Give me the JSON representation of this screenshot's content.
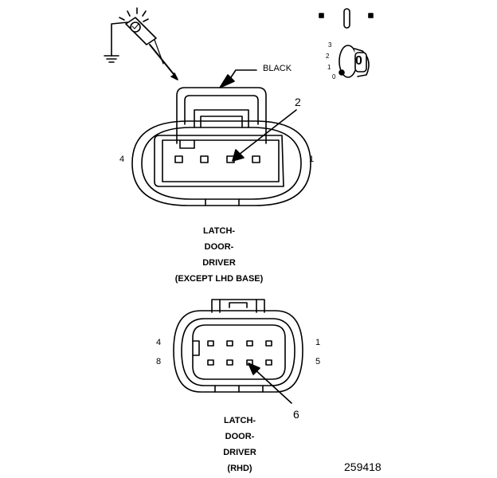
{
  "figure_number": "259418",
  "wire_color_label": "BLACK",
  "ignition_switch": {
    "positions": [
      "3",
      "2",
      "1",
      "0"
    ],
    "key_label": "0"
  },
  "connector_top": {
    "callout": "2",
    "pin_left": "4",
    "pin_right": "1",
    "caption_lines": [
      "LATCH-",
      "DOOR-",
      "DRIVER",
      "(EXCEPT LHD BASE)"
    ]
  },
  "connector_bottom": {
    "callout": "6",
    "pin_top_left": "4",
    "pin_top_right": "1",
    "pin_bottom_left": "8",
    "pin_bottom_right": "5",
    "caption_lines": [
      "LATCH-",
      "DOOR-",
      "DRIVER",
      "(RHD)"
    ]
  },
  "icons": [
    "test-probe-icon",
    "ignition-key-icon",
    "ground-symbol-icon"
  ]
}
